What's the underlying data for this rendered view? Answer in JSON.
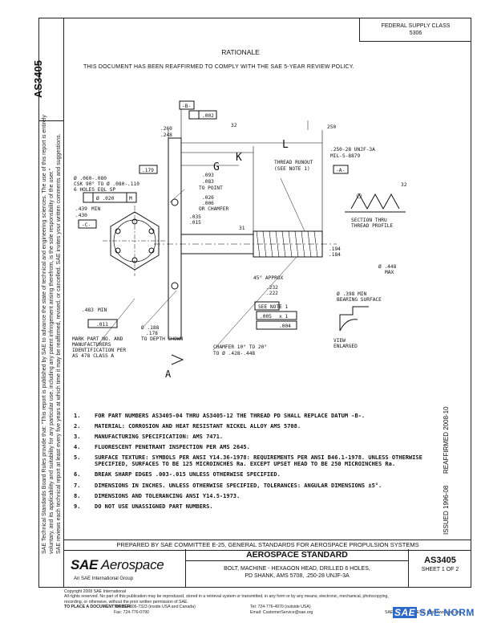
{
  "header": {
    "doc_id_side": "AS3405",
    "supply_class_line1": "FEDERAL SUPPLY CLASS",
    "supply_class_line2": "5306"
  },
  "rationale": {
    "heading": "RATIONALE",
    "text": "THIS DOCUMENT HAS BEEN REAFFIRMED TO COMPLY WITH THE SAE 5-YEAR REVIEW POLICY."
  },
  "side_notes": [
    "SAE Technical Standards Board Rules provide that: \"This report is published by SAE to advance the state of technical and engineering sciences. The use of this report is entirely",
    "voluntary, and its applicability and suitability for any particular use, including any patent infringement arising therefrom, is the sole responsibility of the user.\"",
    "SAE reviews each technical report at least every five years at which time it may be reaffirmed, revised, or cancelled. SAE invites your written comments and suggestions."
  ],
  "drawing": {
    "datum_b_box": "-B-",
    "datum_b_tol": ".002",
    "angle_32": "32",
    "dim_260": ".260",
    "dim_248": ".248",
    "letter_k": "K",
    "letter_l": "L",
    "letter_g": "G",
    "angle_250": "250",
    "thread_callout_1": ".250-28 UNJF-3A",
    "thread_callout_2": "MIL-S-8879",
    "thread_runout_1": "THREAD RUNOUT",
    "thread_runout_2": "(SEE NOTE 1)",
    "datum_a_box": "-A-",
    "tol_179": ".179",
    "dim_093": ".093",
    "dim_083": ".083",
    "to_point": "TO POINT",
    "holes_1": "Ø .060-.080",
    "holes_2": "CSK 90° TO Ø .080-.110",
    "holes_3": "6 HOLES EQL SP",
    "fcf_holes_tol": "Ø .020",
    "fcf_holes_ref": "M",
    "dim_439": ".439",
    "dim_430": ".430",
    "dim_439_suffix": "MIN",
    "datum_c_box": "-C-",
    "dim_026": ".026",
    "dim_006": ".006",
    "or_chamfer": "OR CHAMFER",
    "dim_035": ".035",
    "dim_015": ".015",
    "dim_31": "31",
    "angle_32_b": "32",
    "section_thru_1": "SECTION THRU",
    "section_thru_2": "THREAD PROFILE",
    "dim_194": ".194",
    "dim_184": ".184",
    "dim_448": "Ø .448",
    "dim_448_suffix": "MAX",
    "approx": "45° APPROX",
    "dim_232": ".232",
    "dim_222": ".222",
    "see_note_1": "SEE NOTE 1",
    "tol_005": ".005",
    "tol_005_mult": "x 1",
    "tol_004": ".004",
    "bearing_1": "Ø .398 MIN",
    "bearing_2": "BEARING SURFACE",
    "dim_483": ".483",
    "dim_483_suffix": "MIN",
    "tol_011": ".011",
    "mark_1": "MARK PART NO. AND",
    "mark_2": "MANUFACTURERS",
    "mark_3": "IDENTIFICATION PER",
    "mark_4": "AS 478 CLASS A",
    "dim_188": "Ø .188",
    "dim_178": ".178",
    "to_depth": "TO DEPTH SHOWN",
    "chamfer_1": "CHAMFER 10° TO 20°",
    "chamfer_2": "TO Ø .428-.448",
    "view_1": "VIEW",
    "view_2": "ENLARGED",
    "section_letter": "A"
  },
  "notes": [
    {
      "n": "1.",
      "t": "FOR PART NUMBERS AS3405-04 THRU AS3405-12 THE THREAD PD SHALL REPLACE DATUM -B-."
    },
    {
      "n": "2.",
      "t": "MATERIAL:  CORROSION AND HEAT RESISTANT NICKEL ALLOY AMS 5708."
    },
    {
      "n": "3.",
      "t": "MANUFACTURING SPECIFICATION:  AMS 7471."
    },
    {
      "n": "4.",
      "t": "FLUORESCENT PENETRANT INSPECTION PER AMS 2645."
    },
    {
      "n": "5.",
      "t": "SURFACE TEXTURE:  SYMBOLS PER ANSI Y14.36-1978:  REQUIREMENTS PER ANSI B46.1-1978.  UNLESS OTHERWISE SPECIFIED, SURFACES TO BE 125 MICROINCHES Ra.  EXCEPT UPSET HEAD TO BE 250 MICROINCHES Ra."
    },
    {
      "n": "6.",
      "t": "BREAK SHARP EDGES .003-.015 UNLESS OTHERWISE SPECIFIED."
    },
    {
      "n": "7.",
      "t": "DIMENSIONS IN INCHES.  UNLESS OTHERWISE SPECIFIED, TOLERANCES:  ANGULAR DIMENSIONS ±5°."
    },
    {
      "n": "8.",
      "t": "DIMENSIONS AND TOLERANCING ANSI Y14.5-1973."
    },
    {
      "n": "9.",
      "t": "DO NOT USE UNASSIGNED PART NUMBERS."
    }
  ],
  "side_dates": {
    "issued": "ISSUED 1996-08",
    "reaffirmed": "REAFFIRMED 2008-10"
  },
  "prepared": "PREPARED BY SAE COMMITTEE E-25, GENERAL STANDARDS FOR AEROSPACE PROPULSION SYSTEMS",
  "title_block": {
    "logo_sae": "SAE",
    "logo_aero": "Aerospace",
    "logo_sub": "An SAE International Group",
    "standard_label": "AEROSPACE STANDARD",
    "title_line1": "BOLT, MACHINE - HEXAGON HEAD, DRILLED 6 HOLES,",
    "title_line2": "PD SHANK, AMS 5708, .250-28 UNJF-3A",
    "doc_number": "AS3405",
    "sheet": "SHEET 1 OF 2"
  },
  "footer": {
    "copyright": "Copyright 2008 SAE International",
    "rights": "All rights reserved. No part of this publication may be reproduced, stored in a retrieval system or transmitted, in any form or by any means, electronic, mechanical, photocopying,",
    "rights2": "recording, or otherwise, without the prior written permission of SAE.",
    "order_label": "TO PLACE A DOCUMENT ORDER:",
    "tel1": "Tel: 877-606-7323 (inside USA and Canada)",
    "tel2": "Tel: 724-776-4970 (outside USA)",
    "fax": "Fax: 724-776-0790",
    "email": "Email: CustomerService@sae.org",
    "web": "SAE WEB ADDRESS: http://www.sae.org"
  },
  "watermark": {
    "box": "SAE",
    "text": "SAE NORM"
  }
}
